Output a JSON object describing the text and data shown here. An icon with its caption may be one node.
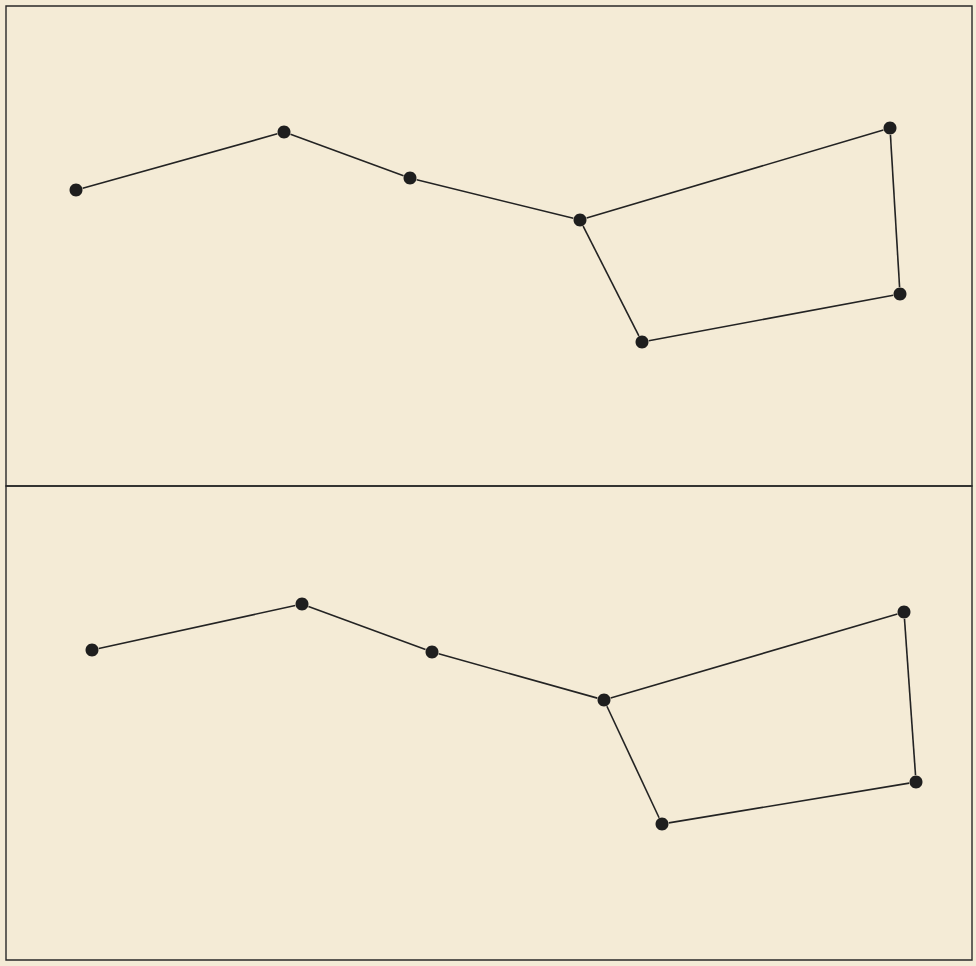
{
  "diagram": {
    "nodes": [
      {
        "text": [],
        "shape": "box"
      },
      {
        "text": [],
        "shape": "circle",
        "in": 0
      },
      {
        "text": [],
        "shape": "circle",
        "in": 0
      },
      {
        "text": [],
        "shape": "circle",
        "in": 0
      },
      {
        "text": [],
        "shape": "circle",
        "in": 0
      },
      {
        "text": [],
        "shape": "circle",
        "in": 0
      },
      {
        "text": [],
        "shape": "circle",
        "in": 0
      },
      {
        "text": [],
        "shape": "circle",
        "in": 0
      },
      {
        "text": [],
        "shape": "box"
      },
      {
        "text": [],
        "shape": "circle",
        "in": 8
      },
      {
        "text": [],
        "shape": "circle",
        "in": 8
      },
      {
        "text": [],
        "shape": "circle",
        "in": 8
      },
      {
        "text": [],
        "shape": "circle",
        "in": 8
      },
      {
        "text": [],
        "shape": "circle",
        "in": 8
      },
      {
        "text": [],
        "shape": "circle",
        "in": 8
      },
      {
        "text": [],
        "shape": "circle",
        "in": 8
      }
    ],
    "edges": [
      {
        "from": 1,
        "to": 2,
        "arrow": "none"
      },
      {
        "from": 2,
        "to": 3,
        "arrow": "none"
      },
      {
        "from": 3,
        "to": 4,
        "arrow": "none"
      },
      {
        "from": 4,
        "to": 5,
        "arrow": "none"
      },
      {
        "from": 5,
        "to": 6,
        "arrow": "none"
      },
      {
        "from": 6,
        "to": 7,
        "arrow": "none"
      },
      {
        "from": 7,
        "to": 4,
        "arrow": "none"
      },
      {
        "from": 9,
        "to": 10,
        "arrow": "none"
      },
      {
        "from": 10,
        "to": 11,
        "arrow": "none"
      },
      {
        "from": 11,
        "to": 12,
        "arrow": "none"
      },
      {
        "from": 12,
        "to": 13,
        "arrow": "none"
      },
      {
        "from": 13,
        "to": 14,
        "arrow": "none"
      },
      {
        "from": 14,
        "to": 15,
        "arrow": "none"
      },
      {
        "from": 15,
        "to": 12,
        "arrow": "none"
      }
    ]
  }
}
